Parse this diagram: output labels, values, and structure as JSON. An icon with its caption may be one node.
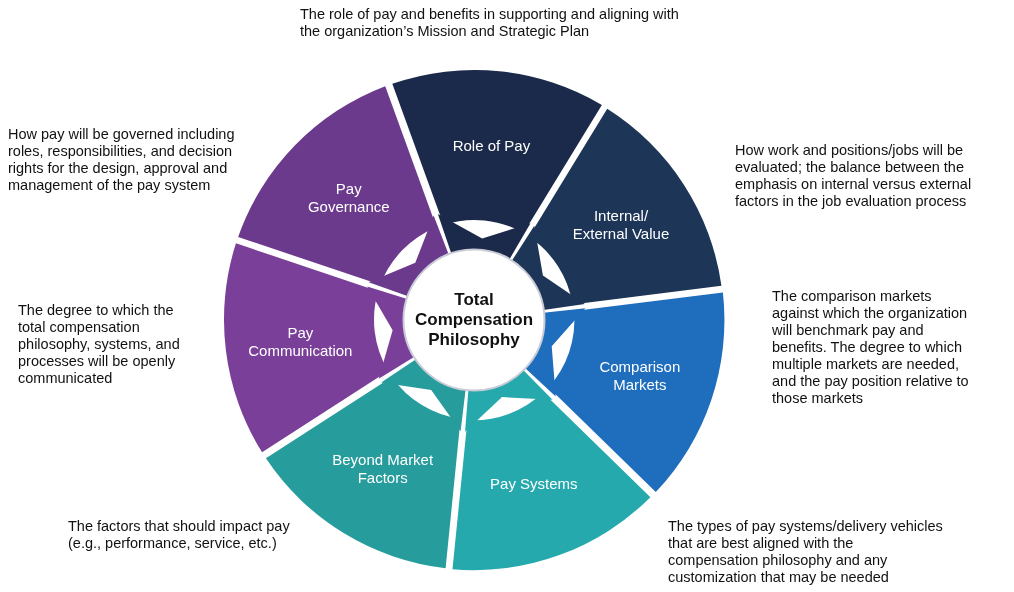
{
  "diagram": {
    "nodes": [
      {
        "text": [
          "Total Compensation Philosophy"
        ]
      },
      {
        "text": [
          "Role of Pay"
        ],
        "beside": [
          "The role of pay and benefits in supporting and aligning with the organization’s Mission and Strategic Plan"
        ]
      },
      {
        "text": [
          "Internal/ External Value"
        ],
        "beside": [
          "How work and positions/jobs will be evaluated; the balance between the emphasis on internal versus external factors in the job evaluation process"
        ]
      },
      {
        "text": [
          "Comparison Markets"
        ],
        "beside": [
          "The comparison markets against which the organization will benchmark pay and benefits. The degree to which multiple markets are needed, and the pay position relative to those markets"
        ]
      },
      {
        "text": [
          "Pay Systems"
        ],
        "beside": [
          "The types of pay systems/delivery vehicles that are best aligned with the compensation philosophy and any customization that may be needed"
        ]
      },
      {
        "text": [
          "Beyond Market Factors"
        ],
        "beside": [
          "The factors that should impact pay (e.g., performance, service, etc.)"
        ]
      },
      {
        "text": [
          "Pay Communication"
        ],
        "beside": [
          "The degree to which the total compensation philosophy, systems, and processes will be openly communicated"
        ]
      },
      {
        "text": [
          "Pay Governance"
        ],
        "beside": [
          "How pay will be governed including roles, responsibilities, and decision rights for the design, approval and management of the pay system"
        ]
      }
    ]
  }
}
